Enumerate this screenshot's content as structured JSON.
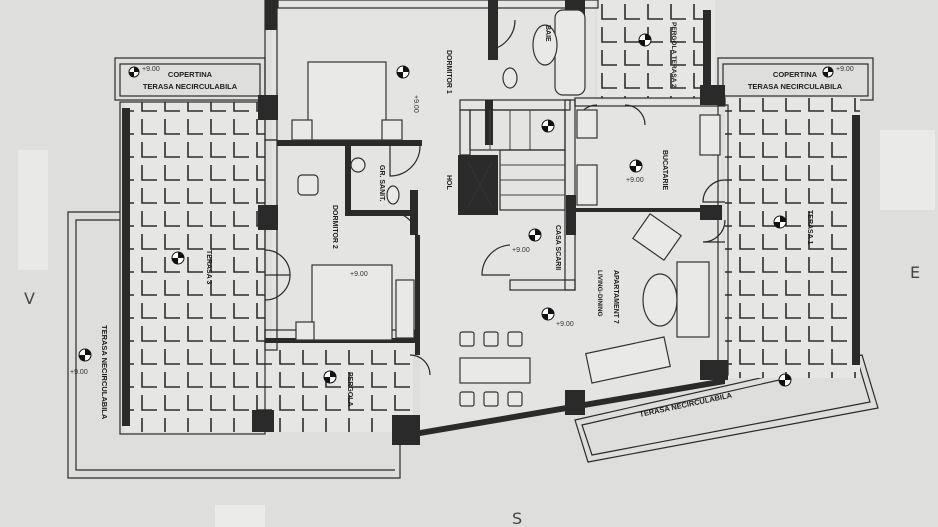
{
  "plan": {
    "rooms": {
      "dormitor1": "DORMITOR 1",
      "baie": "BAIE",
      "pergola_terasa2": "PERGOLA TERASA 2",
      "gr_sanit": "GR. SANIT.",
      "hol": "HOL",
      "casa_scarii": "CASA SCARII",
      "bucatarie": "BUCATARIE",
      "dormitor2": "DORMITOR 2",
      "terasa3": "TERASA 3",
      "pergola": "PERGOLA",
      "apartament": "APARTAMENT 7",
      "living": "LIVING-DINING",
      "terasa1": "TERASA 1"
    },
    "copertina_left": {
      "title": "COPERTINA",
      "subtitle": "TERASA NECIRCULABILA"
    },
    "copertina_right": {
      "title": "COPERTINA",
      "subtitle": "TERASA NECIRCULABILA"
    },
    "terasa_necirc_left": "TERASA NECIRCULABILA",
    "terasa_necirc_bottom": "TERASA NECIRCULABILA",
    "elevation": "+9.00",
    "compass": {
      "west": "V",
      "east": "E",
      "south": "S"
    }
  }
}
